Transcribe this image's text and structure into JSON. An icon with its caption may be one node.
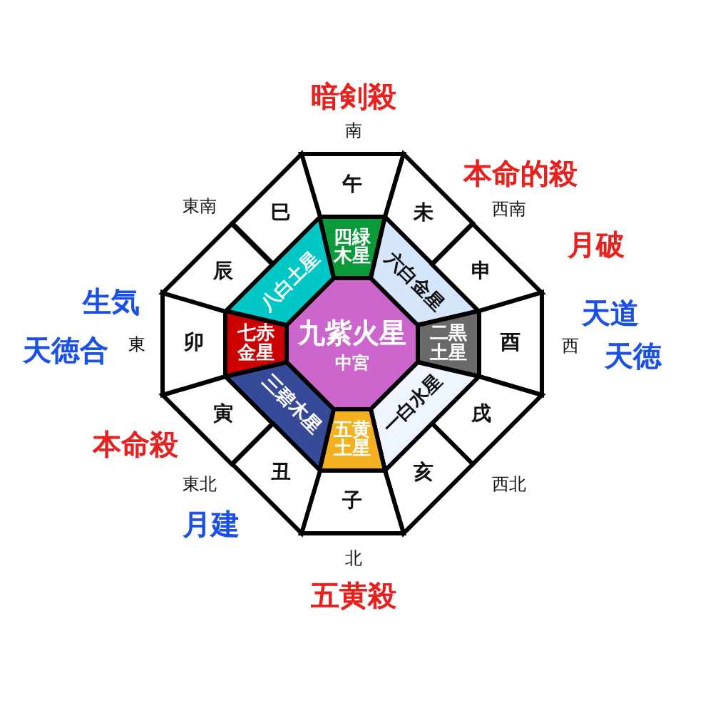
{
  "diagram": {
    "nodes": [
      {
        "text": [
          "九紫火星",
          "中宮"
        ]
      },
      {
        "text": [
          "四緑木星"
        ]
      },
      {
        "text": [
          "六白金星"
        ]
      },
      {
        "text": [
          "二黒土星"
        ]
      },
      {
        "text": [
          "一白水星"
        ]
      },
      {
        "text": [
          "五黄土星"
        ]
      },
      {
        "text": [
          "三碧木星"
        ]
      },
      {
        "text": [
          "七赤金星"
        ]
      },
      {
        "text": [
          "八白土星"
        ]
      },
      {
        "text": [
          "午"
        ]
      },
      {
        "text": [
          "未"
        ]
      },
      {
        "text": [
          "申"
        ]
      },
      {
        "text": [
          "酉"
        ]
      },
      {
        "text": [
          "戌"
        ]
      },
      {
        "text": [
          "亥"
        ]
      },
      {
        "text": [
          "子"
        ]
      },
      {
        "text": [
          "丑"
        ]
      },
      {
        "text": [
          "寅"
        ]
      },
      {
        "text": [
          "卯"
        ]
      },
      {
        "text": [
          "辰"
        ]
      },
      {
        "text": [
          "巳"
        ]
      }
    ],
    "labels": [
      "暗剣殺",
      "南",
      "本命的殺",
      "東南",
      "西南",
      "月破",
      "生気",
      "天道",
      "東",
      "西",
      "天徳合",
      "天徳",
      "本命殺",
      "東北",
      "西北",
      "月建",
      "北",
      "五黄殺"
    ]
  }
}
